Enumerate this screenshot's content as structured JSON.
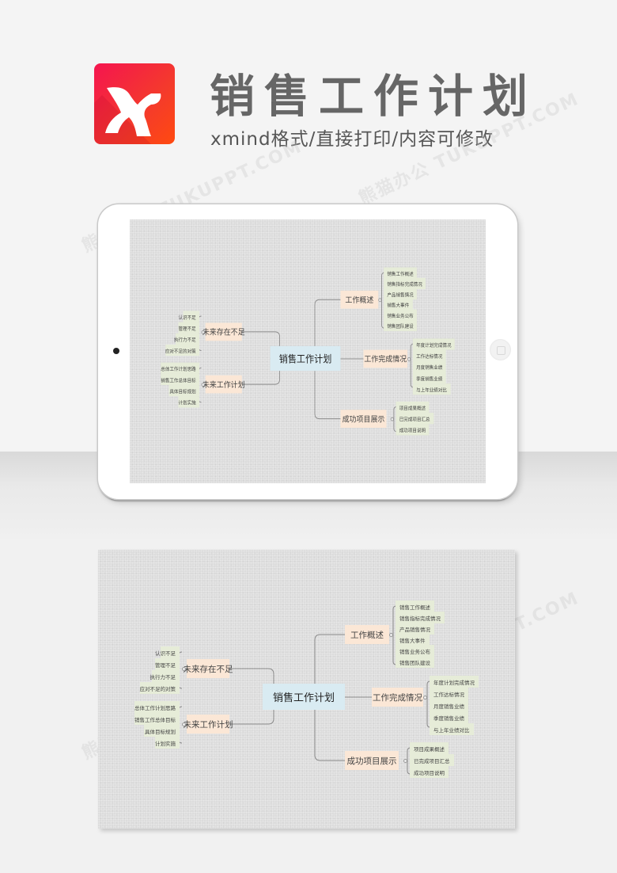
{
  "header": {
    "logo_icon": "xmind-x-logo",
    "title": "销售工作计划",
    "subtitle": "xmind格式/直接打印/内容可修改"
  },
  "colors": {
    "logo_gradient": [
      "#f5154f",
      "#ff4a10"
    ],
    "title": "#666666",
    "central_topic_bg": "#d9ebf2",
    "main_topic_bg": "#fbe7d6",
    "subtopic_bg": "#e6ecd8",
    "connector": "#888888"
  },
  "mindmap": {
    "central": "销售工作计划",
    "left": [
      {
        "label": "未来存在不足",
        "children": [
          "认识不足",
          "管理不足",
          "执行力不足",
          "应对不足的对策"
        ]
      },
      {
        "label": "未来工作计划",
        "children": [
          "总体工作计划思路",
          "销售工作总体目标",
          "具体目标规划",
          "计划实施"
        ]
      }
    ],
    "right": [
      {
        "label": "工作概述",
        "children": [
          "销售工作概述",
          "销售指标完成情况",
          "产品销售情况",
          "销售大事件",
          "销售业务公布",
          "销售团队建设"
        ]
      },
      {
        "label": "工作完成情况",
        "children": [
          "年度计划完成情况",
          "工作达标情况",
          "月度销售业绩",
          "季度销售业绩",
          "与上年业绩对比"
        ]
      },
      {
        "label": "成功项目展示",
        "children": [
          "项目成果概述",
          "已完成项目汇总",
          "成功项目说明"
        ]
      }
    ]
  },
  "watermark": "熊猫办公 TUKUPPT.COM"
}
